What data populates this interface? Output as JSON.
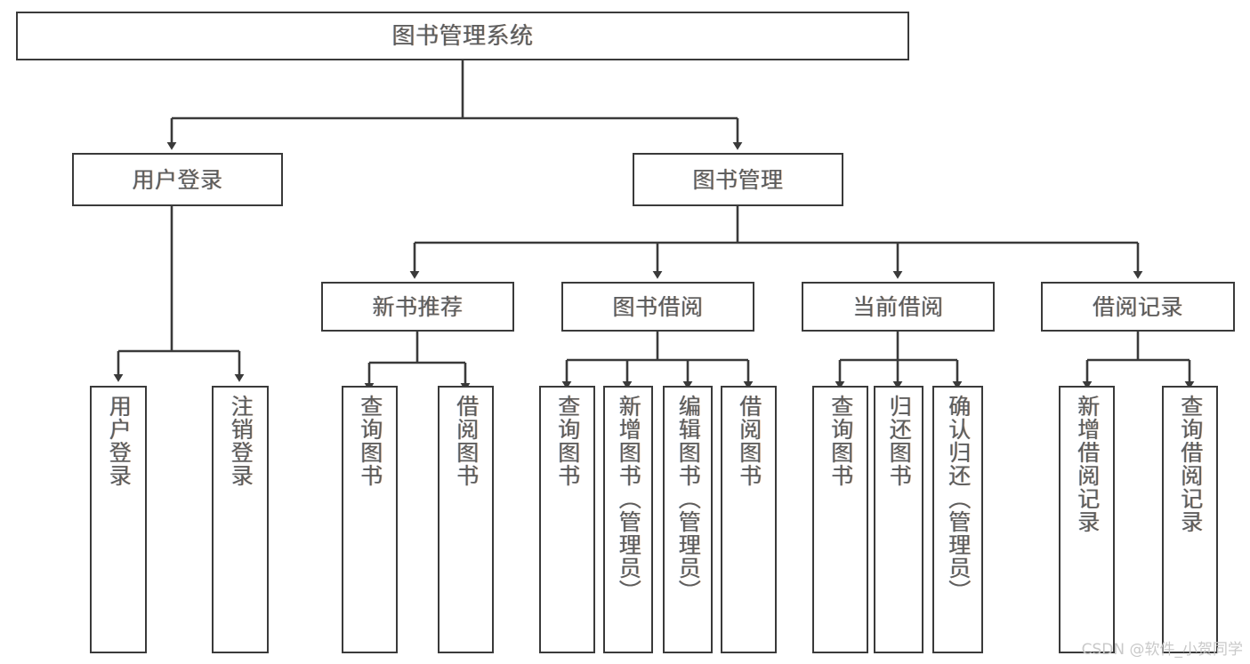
{
  "diagram": {
    "type": "tree-hierarchy-chart",
    "title": "图书管理系统",
    "watermark": "CSDN @软件_小贺同学",
    "colors": {
      "box_border": "#3a3a3a",
      "box_fill": "#ffffff",
      "connector": "#3a3a3a",
      "text": "#5c5c5c",
      "watermark": "#c9c9c9"
    },
    "root": {
      "label": "图书管理系统"
    },
    "level2": [
      {
        "label": "用户登录"
      },
      {
        "label": "图书管理"
      }
    ],
    "level3": [
      {
        "label": "新书推荐"
      },
      {
        "label": "图书借阅"
      },
      {
        "label": "当前借阅"
      },
      {
        "label": "借阅记录"
      }
    ],
    "leaves": {
      "user_login": [
        {
          "label": "用户登录"
        },
        {
          "label": "注销登录"
        }
      ],
      "new_book_recommend": [
        {
          "label": "查询图书"
        },
        {
          "label": "借阅图书"
        }
      ],
      "book_borrow": [
        {
          "label": "查询图书"
        },
        {
          "label": "新增图书（管理员）"
        },
        {
          "label": "编辑图书（管理员）"
        },
        {
          "label": "借阅图书"
        }
      ],
      "current_borrow": [
        {
          "label": "查询图书"
        },
        {
          "label": "归还图书"
        },
        {
          "label": "确认归还（管理员）"
        }
      ],
      "borrow_record": [
        {
          "label": "新增借阅记录"
        },
        {
          "label": "查询借阅记录"
        }
      ]
    }
  }
}
